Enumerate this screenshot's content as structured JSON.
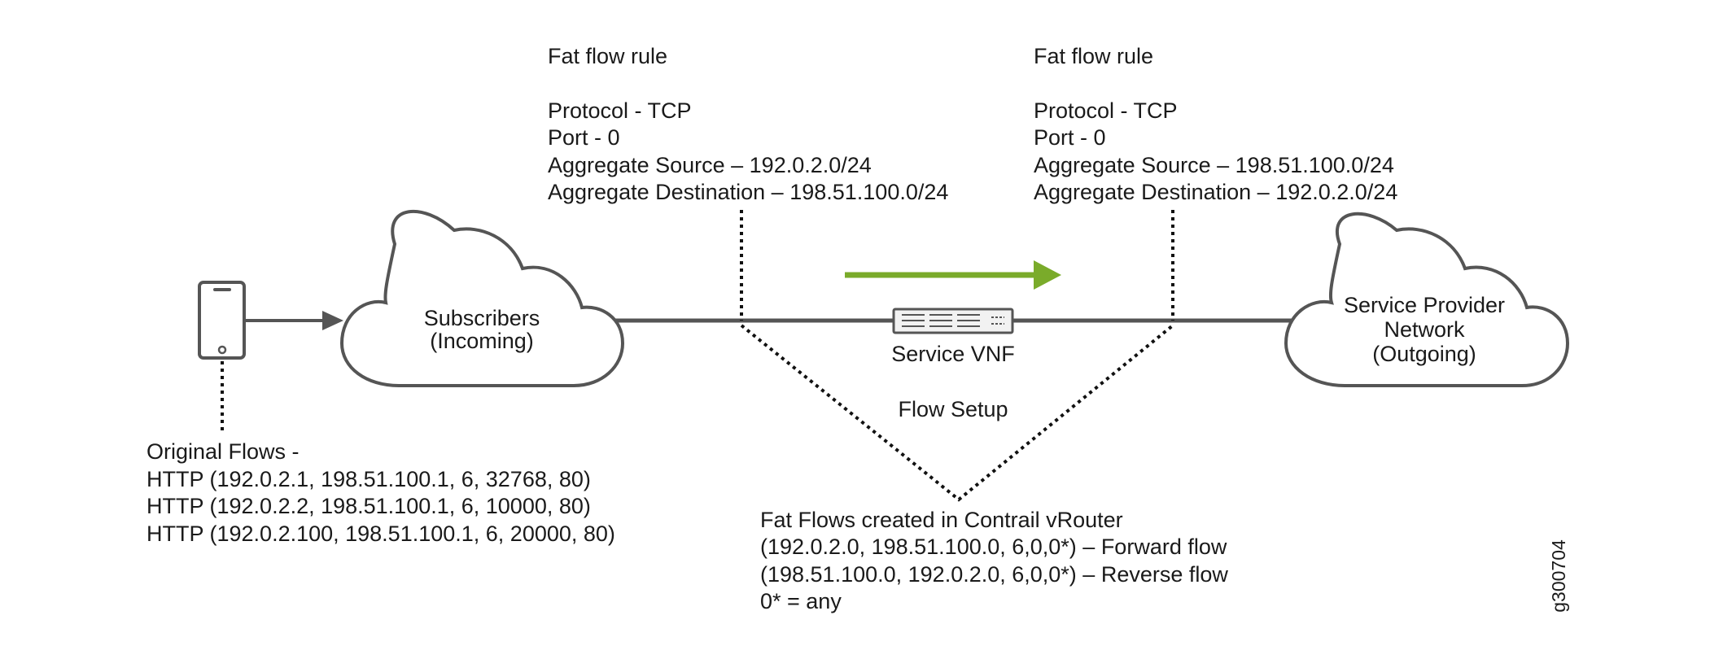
{
  "rule_left": {
    "title": "Fat flow rule",
    "protocol": "Protocol - TCP",
    "port": "Port - 0",
    "agg_source": "Aggregate Source – 192.0.2.0/24",
    "agg_destination": "Aggregate Destination – 198.51.100.0/24"
  },
  "rule_right": {
    "title": "Fat flow rule",
    "protocol": "Protocol - TCP",
    "port": "Port - 0",
    "agg_source": "Aggregate Source – 198.51.100.0/24",
    "agg_destination": "Aggregate Destination – 192.0.2.0/24"
  },
  "cloud_subscribers": {
    "line1": "Subscribers",
    "line2": "(Incoming)"
  },
  "cloud_provider": {
    "line1": "Service Provider",
    "line2": "Network",
    "line3": "(Outgoing)"
  },
  "service_vnf_label": "Service VNF",
  "flow_setup_label": "Flow Setup",
  "original_flows": {
    "heading": "Original Flows  -",
    "flows": [
      "HTTP (192.0.2.1, 198.51.100.1, 6, 32768, 80)",
      "HTTP (192.0.2.2, 198.51.100.1, 6, 10000, 80)",
      "HTTP (192.0.2.100, 198.51.100.1, 6, 20000, 80)"
    ]
  },
  "fat_flows": {
    "heading": "Fat Flows created in Contrail vRouter",
    "lines": [
      "(192.0.2.0, 198.51.100.0, 6,0,0*) – Forward flow",
      "(198.51.100.0, 192.0.2.0, 6,0,0*) – Reverse flow",
      "0* = any"
    ]
  },
  "figure_id": "g300704",
  "colors": {
    "line": "#555555",
    "arrow_green": "#7aab2a",
    "text": "#1a1a1a"
  }
}
